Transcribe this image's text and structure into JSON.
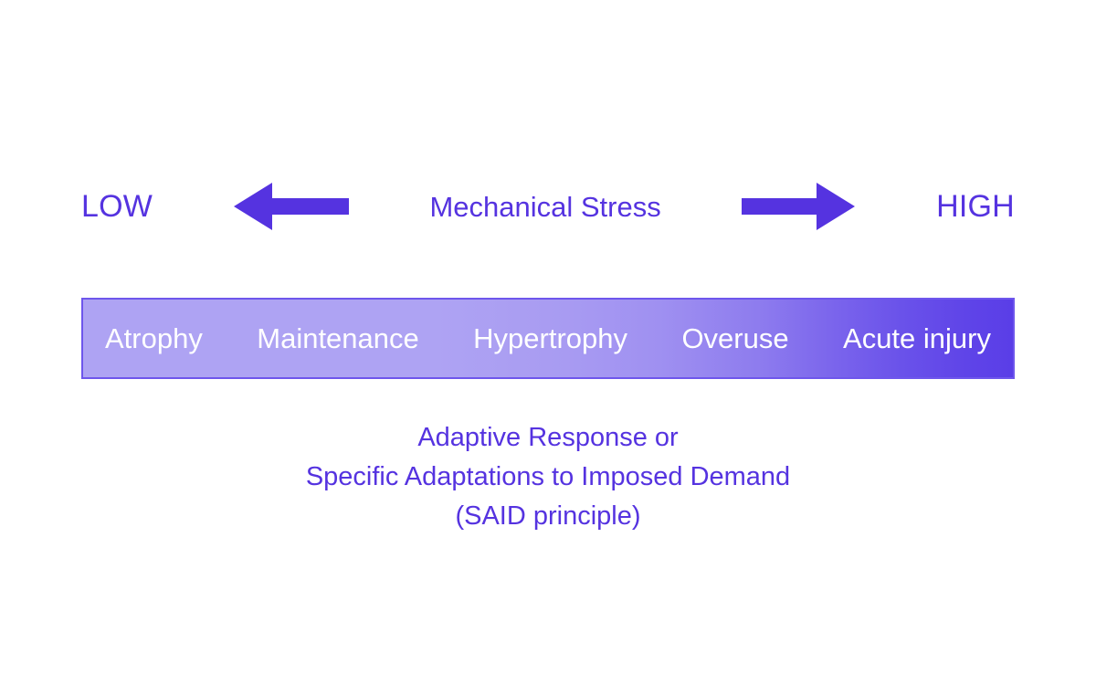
{
  "diagram": {
    "scale": {
      "low_label": "LOW",
      "center_label": "Mechanical Stress",
      "high_label": "HIGH",
      "left_arrow_icon": "arrow-left-icon",
      "right_arrow_icon": "arrow-right-icon"
    },
    "continuum": {
      "stages": [
        {
          "label": "Atrophy"
        },
        {
          "label": "Maintenance"
        },
        {
          "label": "Hypertrophy"
        },
        {
          "label": "Overuse"
        },
        {
          "label": "Acute injury"
        }
      ],
      "gradient_start_color": "#aea3f3",
      "gradient_end_color": "#5a3ee7",
      "border_color": "#6e56ec",
      "stage_label_color": "#ffffff"
    },
    "caption": {
      "line1": "Adaptive Response or",
      "line2": "Specific Adaptations to Imposed Demand",
      "line3": "(SAID principle)"
    },
    "colors": {
      "accent": "#5533e0",
      "background": "#ffffff"
    }
  }
}
